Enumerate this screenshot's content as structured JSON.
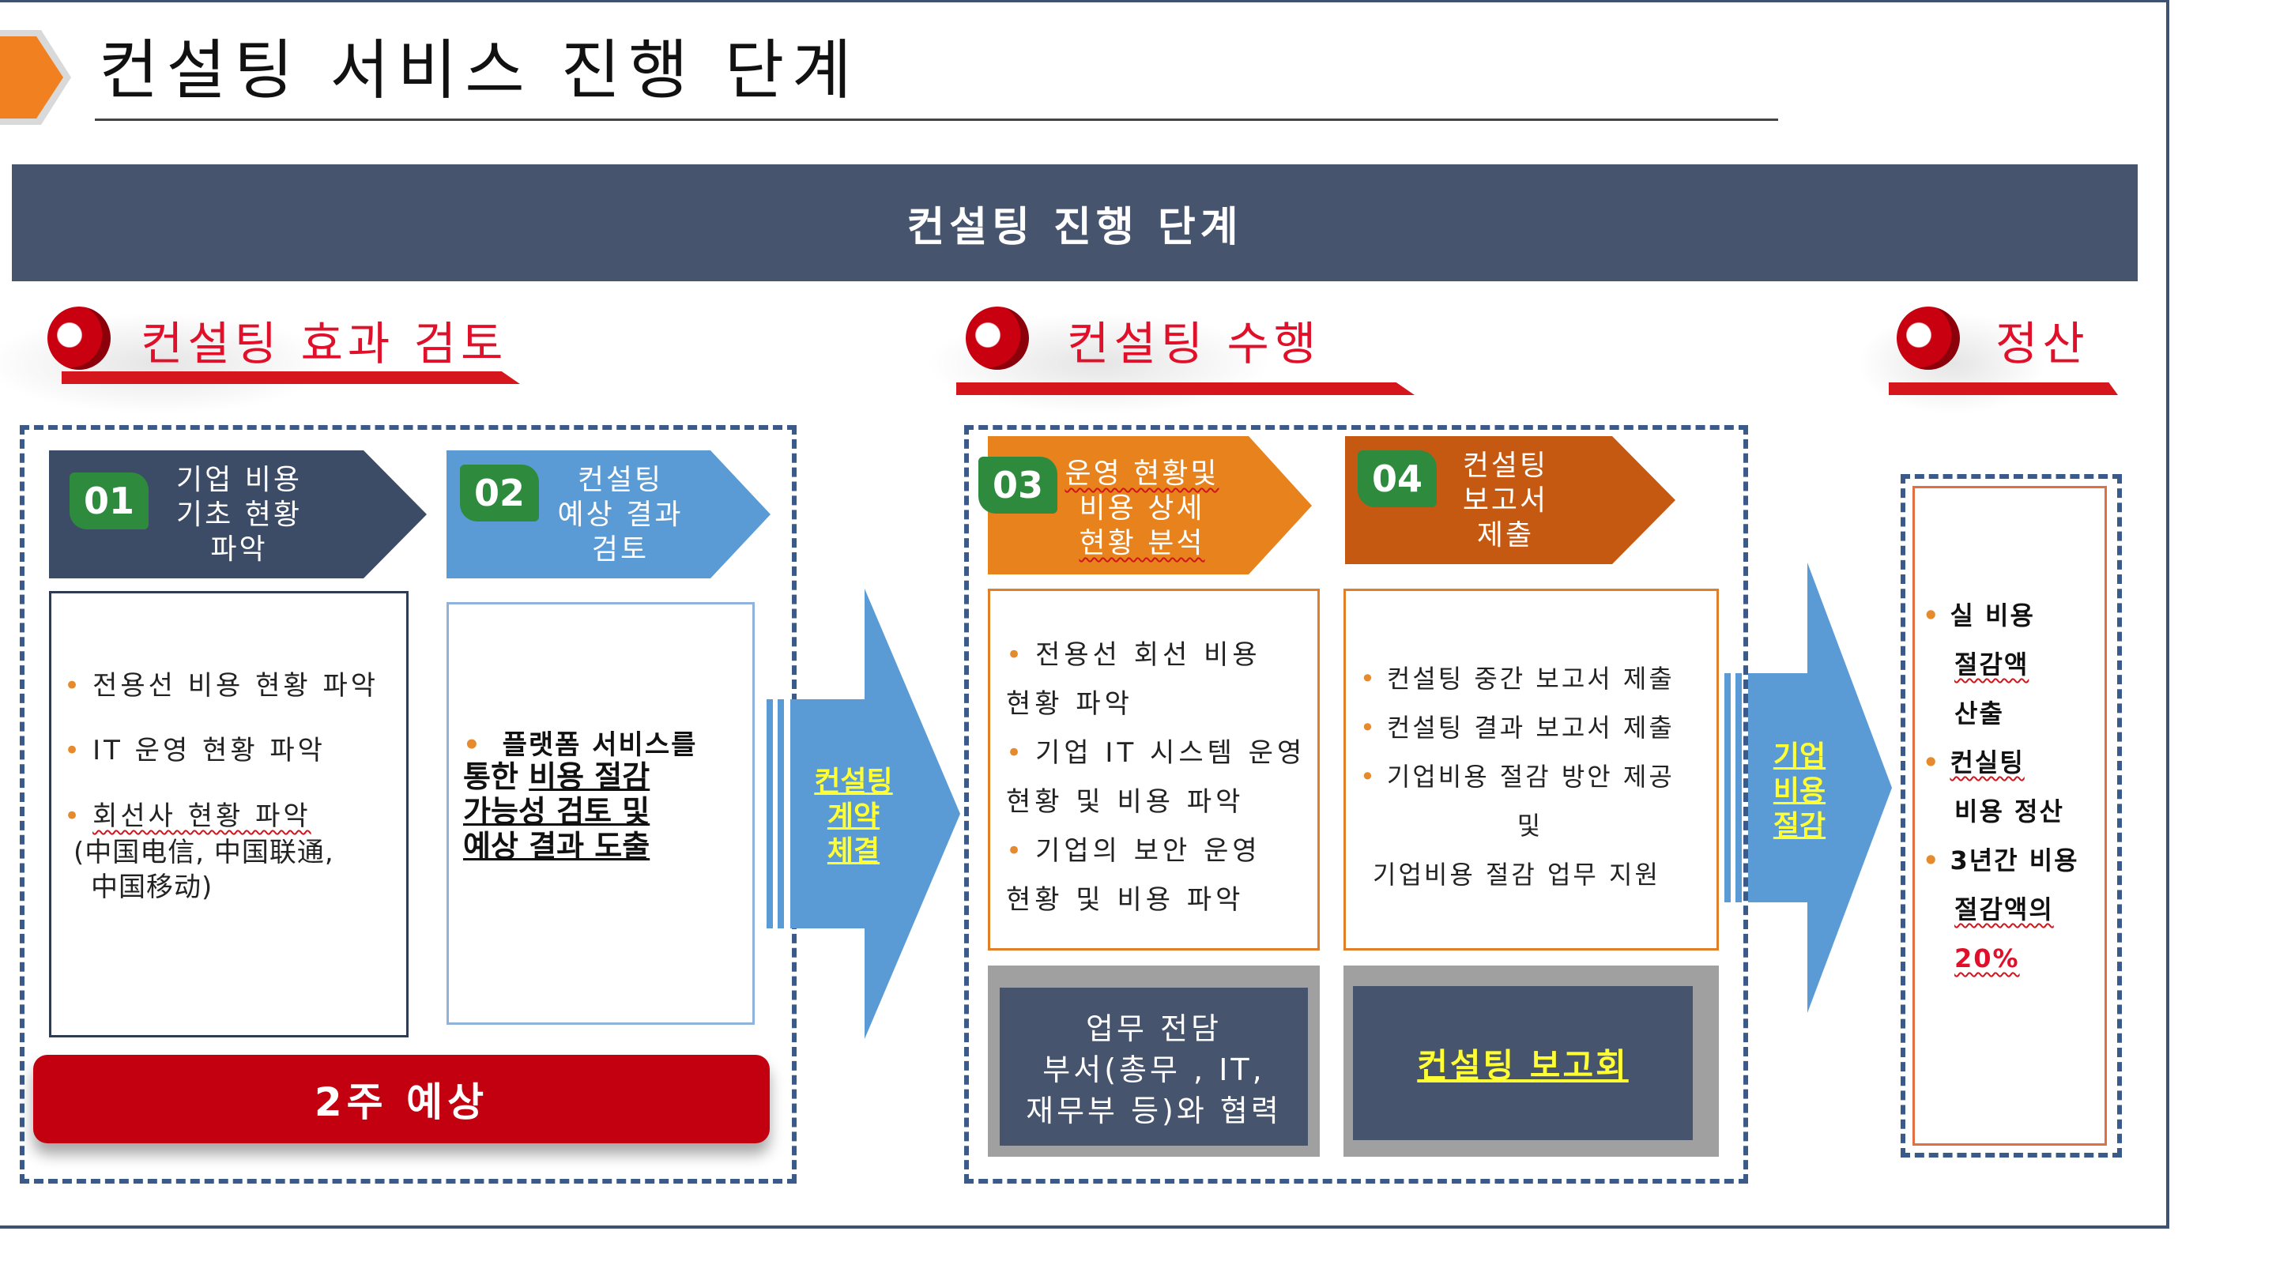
{
  "page": {
    "title": "컨설팅 서비스 진행 단계"
  },
  "banner": {
    "label": "컨설팅 진행 단계"
  },
  "sections": {
    "review": "컨설팅 효과 검토",
    "perform": "컨설팅 수행",
    "settle": "정산"
  },
  "steps": [
    {
      "num": "01",
      "lines": [
        "기업 비용",
        "기초 현황",
        "파악"
      ],
      "color": "#3c4b66"
    },
    {
      "num": "02",
      "lines": [
        "컨설팅",
        "예상 결과",
        "검토"
      ],
      "color": "#5b9bd5"
    },
    {
      "num": "03",
      "lines": [
        "운영 현황및",
        "비용 상세",
        "현황 분석"
      ],
      "color": "#e8821c"
    },
    {
      "num": "04",
      "lines": [
        "컨설팅",
        "보고서",
        "제출"
      ],
      "color": "#c65911"
    }
  ],
  "box1": {
    "items": [
      "전용선 비용 현황 파악",
      "IT 운영 현황 파악",
      "회선사 현황 파악"
    ],
    "sub": [
      "(中国电信, 中国联通,",
      "中国移动)"
    ]
  },
  "box2": {
    "lead": "플랫폼 서비스를",
    "lines": [
      "통한 비용 절감",
      "가능성 검토 및",
      "예상 결과 도출"
    ]
  },
  "box3": {
    "lines": [
      "전용선 회선 비용",
      "현황 파악",
      "기업 IT 시스템 운영",
      "현황 및 비용 파악",
      "기업의 보안 운영",
      "현황 및 비용 파악"
    ]
  },
  "box4": {
    "lines": [
      "컨설팅 중간 보고서 제출",
      "컨설팅 결과 보고서 제출",
      "기업비용 절감 방안 제공",
      "및",
      "기업비용 절감 업무 지원"
    ]
  },
  "box5": {
    "lines": [
      "실 비용",
      "절감액",
      "산출",
      "컨실팅",
      "비용 정산",
      "3년간 비용",
      "절감액의",
      "20%"
    ]
  },
  "arrows": {
    "contract": [
      "컨설팅",
      "계약",
      "체결"
    ],
    "saving": [
      "기업",
      "비용",
      "절감"
    ]
  },
  "estimate": {
    "label": "2주 예상"
  },
  "panels": {
    "dept": [
      "업무 전담",
      "부서(총무 , IT,",
      "재무부 등)와 협력"
    ],
    "report": "컨설팅 보고회"
  },
  "colors": {
    "navy": "#47546d",
    "red": "#c20010",
    "accent_red": "#e0102a",
    "blue_arrow": "#5b9bd5",
    "yellow_text": "#ffff33",
    "dash": "#3a5b8a"
  }
}
